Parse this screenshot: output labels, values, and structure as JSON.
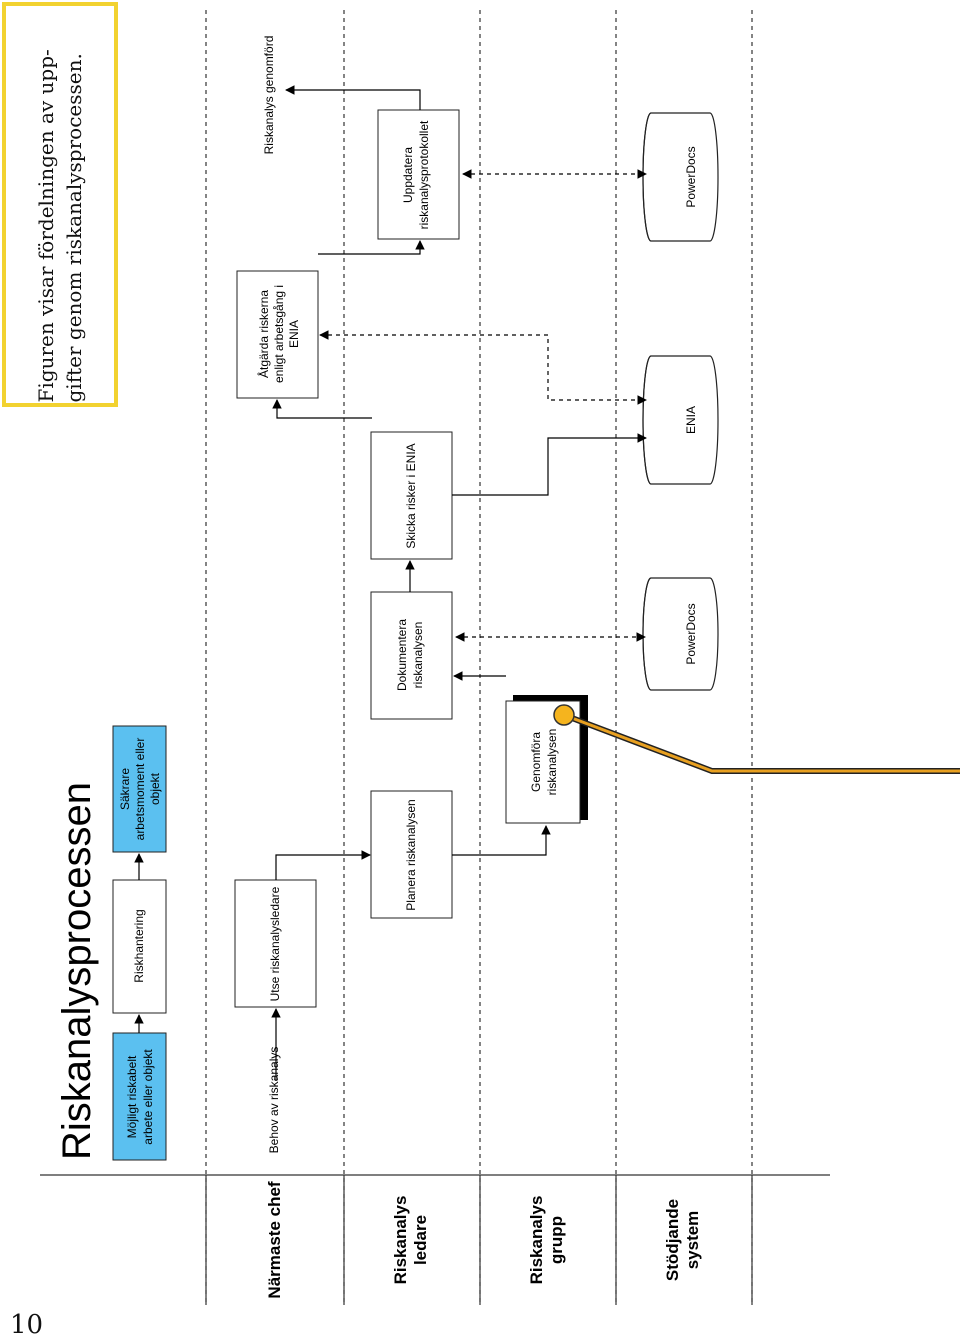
{
  "caption": {
    "line1": "Figuren visar fördelningen av upp-",
    "line2": "gifter genom riskanalysprocessen."
  },
  "page_number": "10",
  "title": "Riskanalysprocessen",
  "lanes": [
    "Närmaste chef",
    "Riskanalys ledare",
    "Riskanalys grupp",
    "Stödjande system"
  ],
  "header_flow": {
    "start": [
      "Möjligt riskabelt",
      "arbete eller objekt"
    ],
    "middle": [
      "Riskhantering"
    ],
    "end": [
      "Säkrare",
      "arbetsmoment eller",
      "objekt"
    ]
  },
  "events": {
    "start": "Behov av riskanalys",
    "end": "Riskanalys genomförd"
  },
  "tasks": {
    "utse": [
      "Utse riskanalysledare"
    ],
    "planera": [
      "Planera riskanalysen"
    ],
    "genomfora": [
      "Genomföra",
      "riskanalysen"
    ],
    "dokumentera": [
      "Dokumentera",
      "riskanalysen"
    ],
    "skicka": [
      "Skicka risker i ENIA"
    ],
    "atgarda": [
      "Åtgärda riskerna",
      "enligt arbetsgång i",
      "ENIA"
    ],
    "uppdatera": [
      "Uppdatera",
      "riskanalysprotokollet"
    ]
  },
  "systems": {
    "powerdocs1": "PowerDocs",
    "enia": "ENIA",
    "powerdocs2": "PowerDocs"
  },
  "colors": {
    "accent_box": "#5bc0f0",
    "caption_border": "#f2d230",
    "pointer": "#e8a020",
    "pointer_dot": "#f5b41e"
  }
}
